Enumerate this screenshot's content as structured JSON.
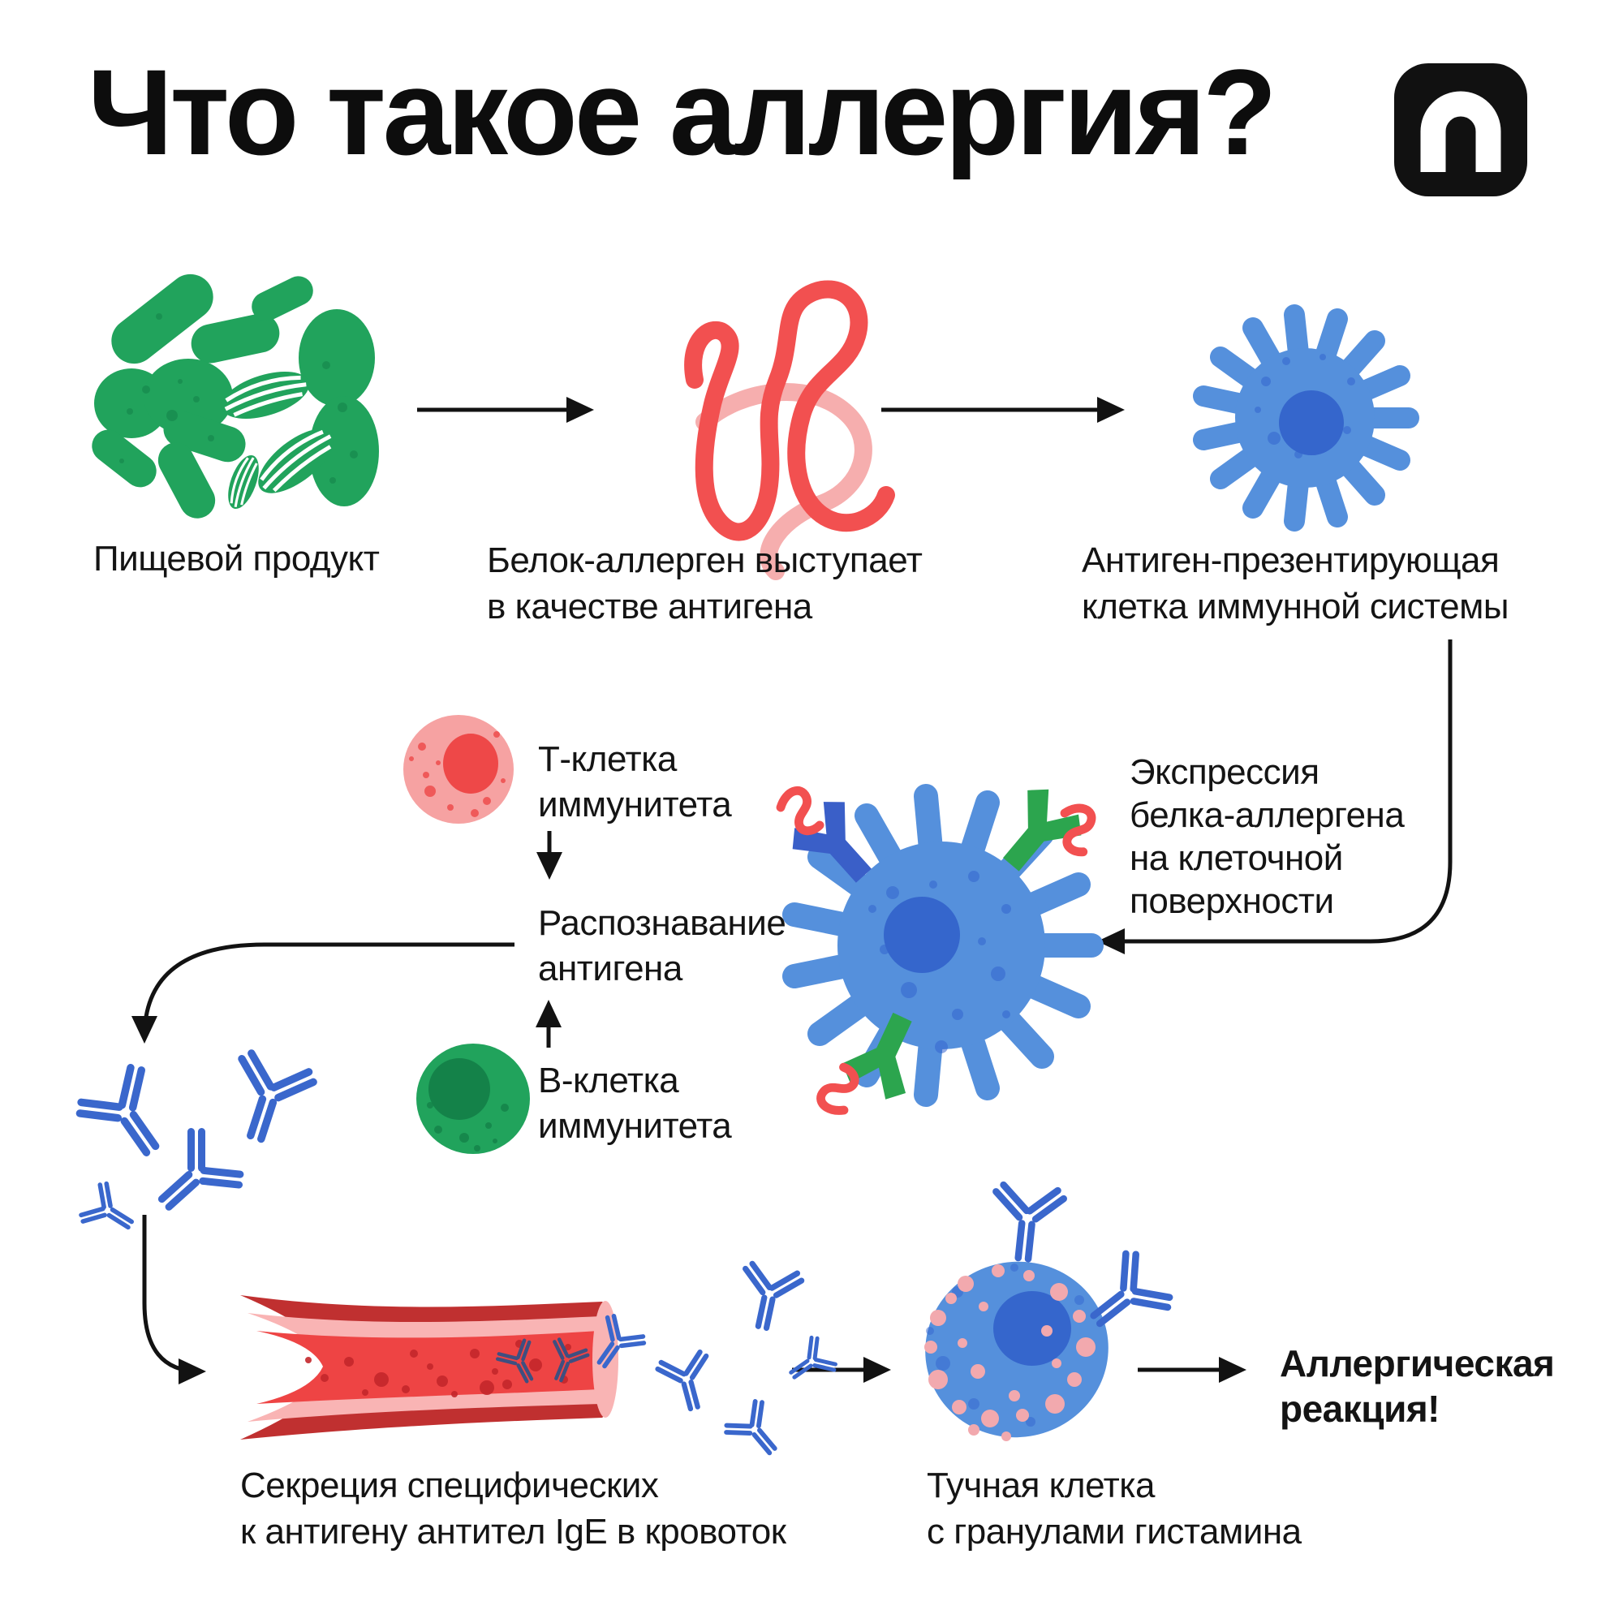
{
  "title": "Что такое аллергия?",
  "logo": {
    "name": "n-logo"
  },
  "labels": {
    "food": "Пищевой продукт",
    "protein": "Белок-аллерген выступает\nв качестве антигена",
    "apc": "Антиген-презентирующая\nклетка иммунной системы",
    "expression": "Экспрессия\nбелка-аллергена\nна клеточной\nповерхности",
    "t_cell": "Т-клетка\nиммунитета",
    "recognition": "Распознавание\nантигена",
    "b_cell": "В-клетка\nиммунитета",
    "secretion": "Секреция специфических\nк антигену антител IgE в кровоток",
    "mast_cell": "Тучная клетка\nс гранулами гистамина",
    "reaction": "Аллергическая\nреакция!"
  },
  "colors": {
    "background": "#ffffff",
    "text": "#141414",
    "line": "#121212",
    "green": "#21a35c",
    "green_dark": "#148249",
    "red": "#f25050",
    "red_pale": "#f6aeae",
    "blue_cell": "#5590dc",
    "blue_cell_dark": "#3465cf",
    "blue_nucleus": "#3566cc",
    "pink_cell": "#f6a2a2",
    "pink_nucleus": "#ee4848",
    "antibody_blue": "#3a67cc",
    "antibody_navy": "#3f4f80",
    "vessel_outer": "#c03030",
    "vessel_lining": "#f9b4b4",
    "vessel_lumen": "#ee4444",
    "vessel_speckle": "#c4272b",
    "granule_pink": "#f2a9ae",
    "receptor_green": "#2ca54e",
    "receptor_blue": "#3a5fc8",
    "logo_bg": "#111111"
  }
}
